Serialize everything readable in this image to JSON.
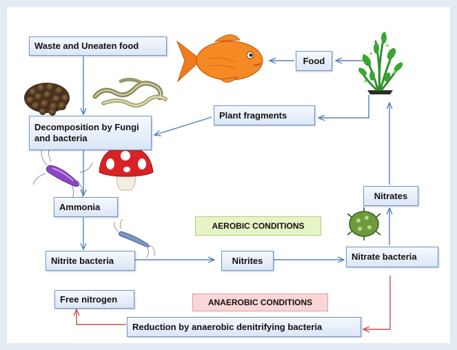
{
  "diagram": {
    "nodes": {
      "waste": "Waste and Uneaten food",
      "food": "Food",
      "plant_fragments": "Plant fragments",
      "decomposition": "Decomposition by Fungi and bacteria",
      "ammonia": "Ammonia",
      "nitrite_bacteria": "Nitrite bacteria",
      "nitrites": "Nitrites",
      "nitrate_bacteria": "Nitrate bacteria",
      "nitrates": "Nitrates",
      "free_nitrogen": "Free nitrogen",
      "reduction": "Reduction by anaerobic denitrifying bacteria"
    },
    "labels": {
      "aerobic": "AEROBIC CONDITIONS",
      "anaerobic": "ANAEROBIC CONDITIONS"
    },
    "colors": {
      "arrow_blue": "#4f81bd",
      "arrow_red": "#c0504d",
      "box_border": "#6f93c6",
      "aerobic_fill": "#e6f4c6",
      "anaerobic_fill": "#fbd6d6"
    },
    "illustrations": [
      "fish",
      "aquatic-plant",
      "fish-pellets",
      "worms",
      "bacterium",
      "mushroom",
      "nitrite-bacterium",
      "nitrate-bacterium"
    ]
  }
}
